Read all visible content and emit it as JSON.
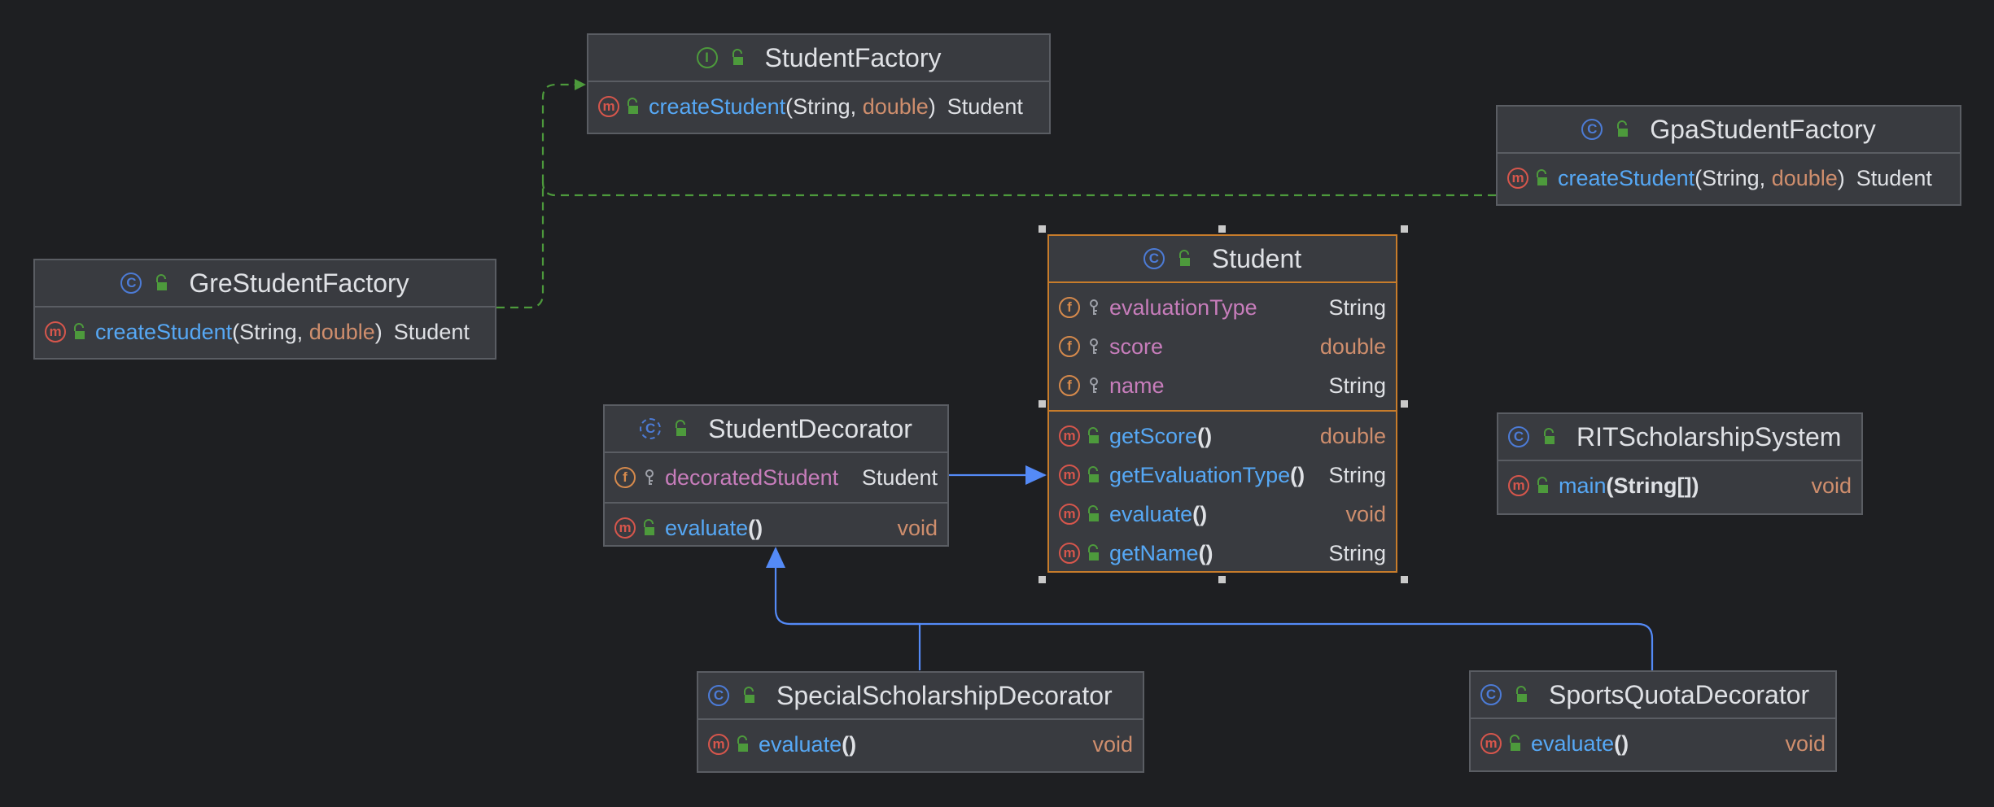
{
  "colors": {
    "background": "#1e1f22",
    "node_bg": "#393b40",
    "selected_border": "#c77c2b",
    "method": "#56a8f5",
    "field": "#c77dbb",
    "primitive": "#cf8e6d",
    "dep_edge": "#4d9a3c",
    "assoc_edge": "#548af7"
  },
  "nodes": {
    "studentFactory": {
      "kind_icon": "interface-icon",
      "title": "StudentFactory",
      "methods": [
        {
          "name": "createStudent",
          "open": "(",
          "p1": "String",
          "sep": ", ",
          "p2": "double",
          "close": ")",
          "ret": "Student"
        }
      ]
    },
    "gpaStudentFactory": {
      "kind_icon": "class-icon",
      "title": "GpaStudentFactory",
      "methods": [
        {
          "name": "createStudent",
          "open": "(",
          "p1": "String",
          "sep": ", ",
          "p2": "double",
          "close": ")",
          "ret": "Student"
        }
      ]
    },
    "greStudentFactory": {
      "kind_icon": "class-icon",
      "title": "GreStudentFactory",
      "methods": [
        {
          "name": "createStudent",
          "open": "(",
          "p1": "String",
          "sep": ", ",
          "p2": "double",
          "close": ")",
          "ret": "Student"
        }
      ]
    },
    "student": {
      "kind_icon": "class-icon",
      "title": "Student",
      "fields": [
        {
          "name": "evaluationType",
          "type": "String"
        },
        {
          "name": "score",
          "type": "double"
        },
        {
          "name": "name",
          "type": "String"
        }
      ],
      "methods": [
        {
          "name": "getScore",
          "args": "()",
          "ret": "double"
        },
        {
          "name": "getEvaluationType",
          "args": "()",
          "ret": "String"
        },
        {
          "name": "evaluate",
          "args": "()",
          "ret": "void"
        },
        {
          "name": "getName",
          "args": "()",
          "ret": "String"
        }
      ]
    },
    "studentDecorator": {
      "kind_icon": "abstract-class-icon",
      "title": "StudentDecorator",
      "fields": [
        {
          "name": "decoratedStudent",
          "type": "Student"
        }
      ],
      "methods": [
        {
          "name": "evaluate",
          "args": "()",
          "ret": "void"
        }
      ]
    },
    "ritScholarshipSystem": {
      "kind_icon": "class-icon",
      "title": "RITScholarshipSystem",
      "methods": [
        {
          "name": "main",
          "args": "(String[])",
          "ret": "void"
        }
      ]
    },
    "specialScholarshipDecorator": {
      "kind_icon": "class-icon",
      "title": "SpecialScholarshipDecorator",
      "methods": [
        {
          "name": "evaluate",
          "args": "()",
          "ret": "void"
        }
      ]
    },
    "sportsQuotaDecorator": {
      "kind_icon": "class-icon",
      "title": "SportsQuotaDecorator",
      "methods": [
        {
          "name": "evaluate",
          "args": "()",
          "ret": "void"
        }
      ]
    }
  },
  "edges": [
    {
      "from": "GreStudentFactory",
      "to": "StudentFactory",
      "style": "dashed",
      "kind": "implements"
    },
    {
      "from": "GpaStudentFactory",
      "to": "StudentFactory",
      "style": "dashed",
      "kind": "implements"
    },
    {
      "from": "StudentDecorator",
      "to": "Student",
      "style": "solid",
      "kind": "association"
    },
    {
      "from": "SpecialScholarshipDecorator",
      "to": "StudentDecorator",
      "style": "solid",
      "kind": "extends"
    },
    {
      "from": "SportsQuotaDecorator",
      "to": "StudentDecorator",
      "style": "solid",
      "kind": "extends"
    }
  ]
}
